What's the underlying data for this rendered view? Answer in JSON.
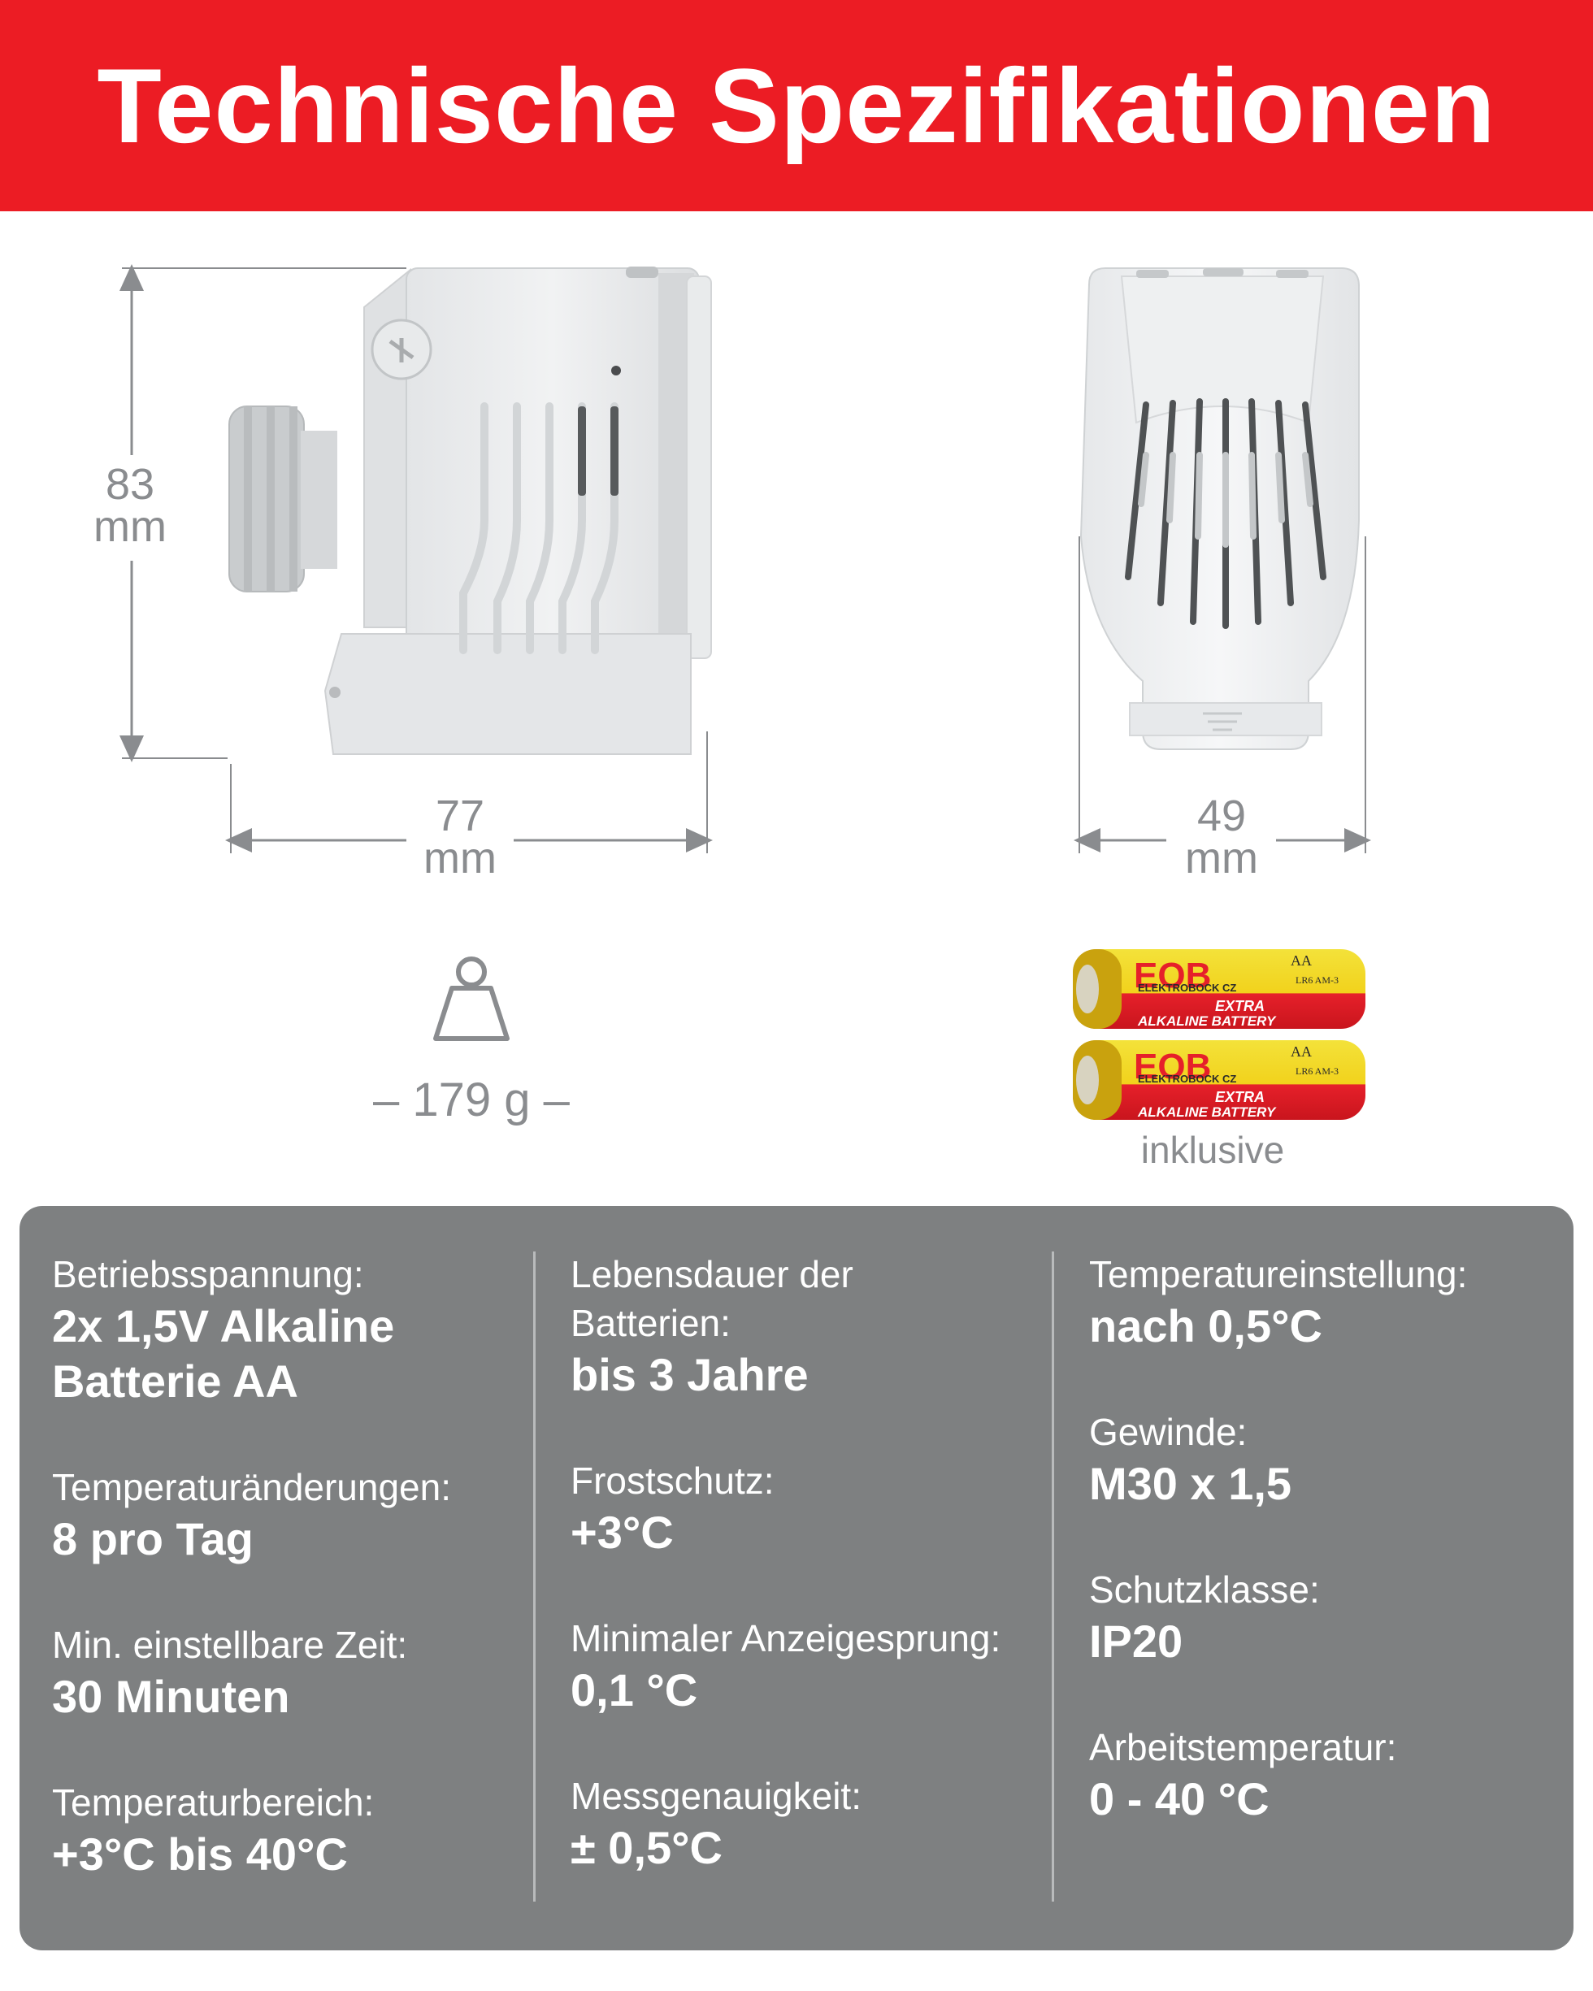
{
  "header": {
    "title": "Technische Spezifikationen"
  },
  "colors": {
    "header_red": "#ec1c24",
    "panel_gray": "#7e8081",
    "dimension_gray": "#8a8c8f"
  },
  "dimensions": {
    "height": {
      "value": "83",
      "unit": "mm"
    },
    "width_side": {
      "value": "77",
      "unit": "mm"
    },
    "width_front": {
      "value": "49",
      "unit": "mm"
    }
  },
  "weight": {
    "text": "– 179 g –",
    "icon": "weight-icon"
  },
  "batteries": {
    "brand_text": "EOB",
    "maker_text": "ELEKTROBOCK CZ",
    "type_text": "EXTRA",
    "type_sub_text": "ALKALINE BATTERY",
    "size_text": "AA",
    "code_text": "LR6 AM-3",
    "caption": "inklusive"
  },
  "specs": {
    "col1": [
      {
        "label": "Betriebsspannung:",
        "value_line1": "2x 1,5V Alkaline",
        "value_line2": "Batterie AA"
      },
      {
        "label": "Temperaturänderungen:",
        "value": "8 pro Tag"
      },
      {
        "label": "Min. einstellbare Zeit:",
        "value": "30 Minuten"
      },
      {
        "label": "Temperaturbereich:",
        "value": "+3°C bis 40°C"
      }
    ],
    "col2": [
      {
        "label_line1": "Lebensdauer der",
        "label_line2": "Batterien:",
        "value": "bis 3 Jahre"
      },
      {
        "label": "Frostschutz:",
        "value": "+3°C"
      },
      {
        "label": "Minimaler Anzeigesprung:",
        "value": "0,1 °C"
      },
      {
        "label": "Messgenauigkeit:",
        "value": "± 0,5°C"
      }
    ],
    "col3": [
      {
        "label": "Temperatureinstellung:",
        "value": "nach 0,5°C"
      },
      {
        "label": "Gewinde:",
        "value": "M30 x 1,5"
      },
      {
        "label": "Schutzklasse:",
        "value": "IP20"
      },
      {
        "label": "Arbeitstemperatur:",
        "value": "0 - 40 °C"
      }
    ]
  }
}
